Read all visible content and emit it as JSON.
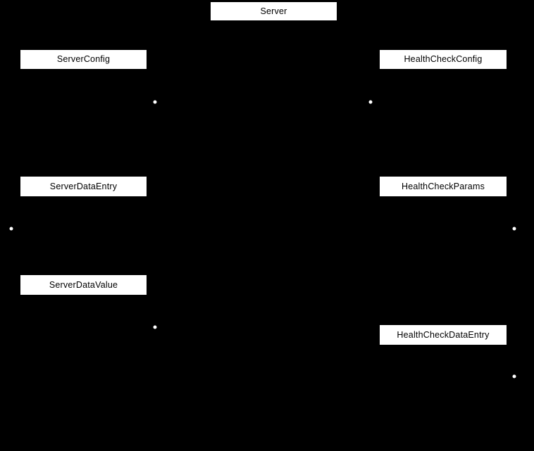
{
  "diagram": {
    "type": "class-diagram",
    "background_color": "#000000",
    "node_fill_color": "#ffffff",
    "node_text_color": "#000000",
    "connector_dot_color": "#ffffff",
    "nodes": [
      {
        "id": "server",
        "label": "Server"
      },
      {
        "id": "server-config",
        "label": "ServerConfig"
      },
      {
        "id": "health-check-config",
        "label": "HealthCheckConfig"
      },
      {
        "id": "server-data-entry",
        "label": "ServerDataEntry"
      },
      {
        "id": "health-check-params",
        "label": "HealthCheckParams"
      },
      {
        "id": "server-data-value",
        "label": "ServerDataValue"
      },
      {
        "id": "health-check-data-entry",
        "label": "HealthCheckDataEntry"
      }
    ],
    "connector_dot_count": 6
  }
}
